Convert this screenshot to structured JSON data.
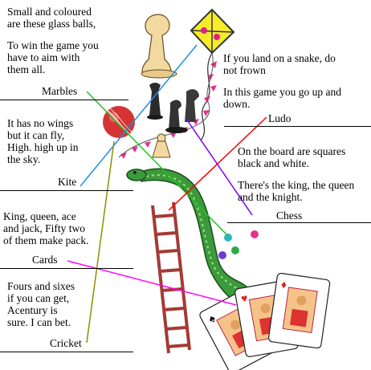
{
  "riddles": {
    "marbles": [
      "Small and coloured\nare these glass balls,",
      "To win the game you\nhave to aim with\nthem all."
    ],
    "kite": [
      "It has no wings\nbut it can fly,\nHigh. high up in\nthe sky."
    ],
    "cards": [
      "King, queen, ace\nand jack, Fifty two\nof them make pack."
    ],
    "cricket": [
      "Fours and sixes\nif you can get,\nAcentury is\nsure. I can bet."
    ],
    "ludo": [
      "If you land on a snake, do\nnot frown",
      "In this game you go up and\ndown."
    ],
    "chess": [
      "On the board are squares\nblack and white.",
      "There's the king, the queen\nand the knight."
    ]
  },
  "answers": {
    "marbles": "Marbles",
    "kite": "Kite",
    "cards": "Cards",
    "cricket": "Cricket",
    "ludo": "Ludo",
    "chess": "Chess"
  },
  "line_colors": {
    "marbles": "#22c322",
    "kite": "#1f8fe8",
    "cards": "#ff00ff",
    "cricket": "#8f8f00",
    "ludo": "#ff0000",
    "chess": "#7a00ff"
  },
  "images": {
    "kite": "kite-icon",
    "chess": "chess-pieces-icon",
    "ball": "cricket-ball-icon",
    "snake_ladder": "snake-and-ladder-icon",
    "marbles": "marbles-icon",
    "cards": "playing-cards-icon"
  }
}
